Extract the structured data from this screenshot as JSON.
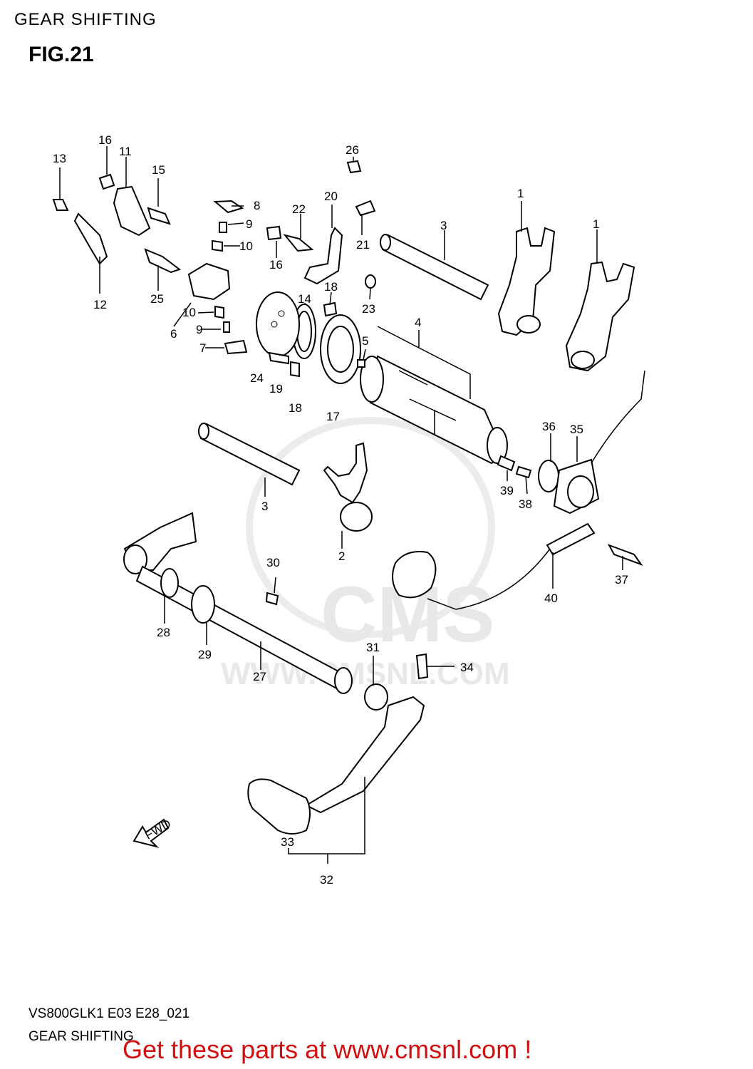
{
  "header_title": "GEAR SHIFTING",
  "figure_label": "FIG.21",
  "diagram_code": "VS800GLK1 E03 E28_021",
  "footer_title": "GEAR SHIFTING",
  "promo_text": "Get these parts at www.cmsnl.com !",
  "watermark": {
    "brand": "CMS",
    "site": "WWW.CMSNL.COM"
  },
  "direction_label": "FWD",
  "callouts": [
    "1",
    "1",
    "2",
    "3",
    "3",
    "4",
    "5",
    "6",
    "7",
    "8",
    "9",
    "9",
    "10",
    "10",
    "11",
    "12",
    "13",
    "14",
    "15",
    "16",
    "16",
    "17",
    "18",
    "18",
    "19",
    "20",
    "21",
    "22",
    "23",
    "24",
    "25",
    "26",
    "27",
    "28",
    "29",
    "30",
    "31",
    "32",
    "33",
    "34",
    "35",
    "36",
    "37",
    "38",
    "39",
    "40"
  ],
  "colors": {
    "promo": "#d01010",
    "watermark": "#e8e8e8"
  }
}
